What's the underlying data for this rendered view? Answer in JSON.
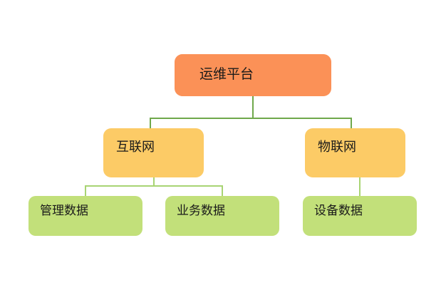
{
  "diagram": {
    "type": "org-tree",
    "title_node": "运维平台",
    "colors": {
      "root_fill": "#FB9157",
      "level2_fill": "#FCCB66",
      "level3_fill": "#C2E07A",
      "connector_upper": "#6FA84B",
      "connector_lower": "#A8D473",
      "background": "#FFFFFF",
      "text": "#1A1A1A"
    },
    "nodes": {
      "root": {
        "label": "运维平台"
      },
      "level2": [
        {
          "label": "互联网"
        },
        {
          "label": "物联网"
        }
      ],
      "level3": [
        {
          "label": "管理数据"
        },
        {
          "label": "业务数据"
        },
        {
          "label": "设备数据"
        }
      ]
    },
    "edges": [
      {
        "from": "运维平台",
        "to": "互联网"
      },
      {
        "from": "运维平台",
        "to": "物联网"
      },
      {
        "from": "互联网",
        "to": "管理数据"
      },
      {
        "from": "互联网",
        "to": "业务数据"
      },
      {
        "from": "物联网",
        "to": "设备数据"
      }
    ]
  }
}
